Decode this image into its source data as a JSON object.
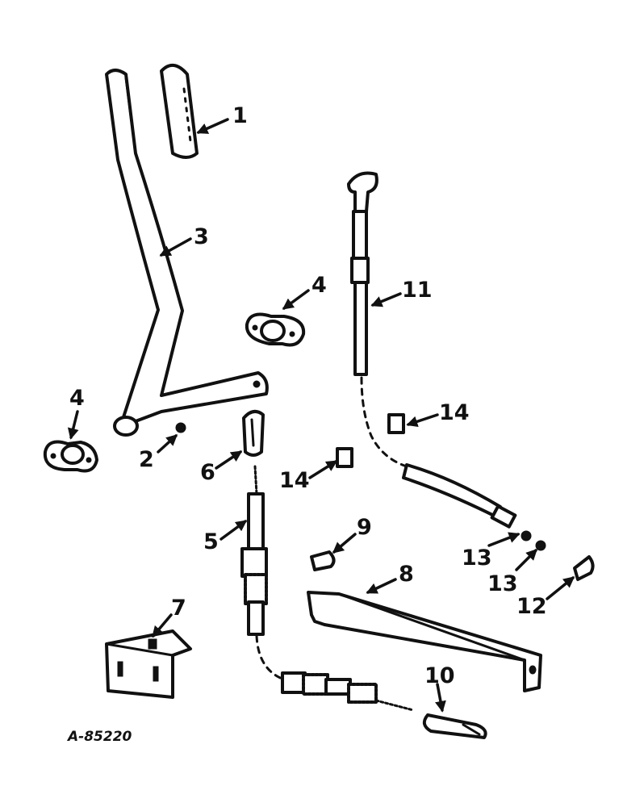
{
  "diagram": {
    "callouts": [
      "1",
      "2",
      "3",
      "4",
      "4",
      "5",
      "6",
      "7",
      "8",
      "9",
      "10",
      "11",
      "12",
      "13",
      "13",
      "14",
      "14"
    ],
    "drawing_number": "A-85220"
  }
}
